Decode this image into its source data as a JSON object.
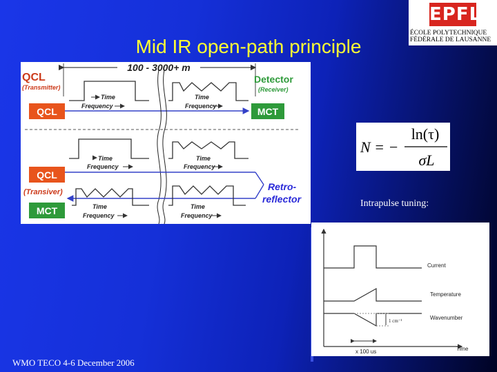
{
  "slide": {
    "title": "Mid IR open-path principle",
    "footer": "WMO TECO 4-6 December 2006"
  },
  "logo": {
    "mark": "EPFL",
    "line1": "ÉCOLE POLYTECHNIQUE",
    "line2": "FÉDÉRALE DE LAUSANNE"
  },
  "diagram": {
    "distance": "100 - 3000+ m",
    "transmitter_name": "QCL",
    "transmitter_role": "(Transmitter)",
    "detector_name": "Detector",
    "detector_role": "(Receiver)",
    "box_qcl": "QCL",
    "box_mct": "MCT",
    "transiver_label": "(Transiver)",
    "retro_line1": "Retro-",
    "retro_line2": "reflector",
    "time": "Time",
    "frequency": "Frequency",
    "colors": {
      "orange_box": "#e8541c",
      "green_box": "#2e9a3a",
      "header_red": "#cc3a1a",
      "green_text": "#2e9a3a",
      "blue_text": "#2a2ad8",
      "arrow_blue": "#3340c8"
    }
  },
  "formula": {
    "lhs": "N = −",
    "numerator": "ln(τ)",
    "denominator": "σL"
  },
  "tuning": {
    "label": "Intrapulse tuning:",
    "current": "Current",
    "temperature": "Temperature",
    "wavenumber": "Wavenumber",
    "delta": "1 cm⁻¹",
    "scale": "x 100 us",
    "time": "Time"
  }
}
